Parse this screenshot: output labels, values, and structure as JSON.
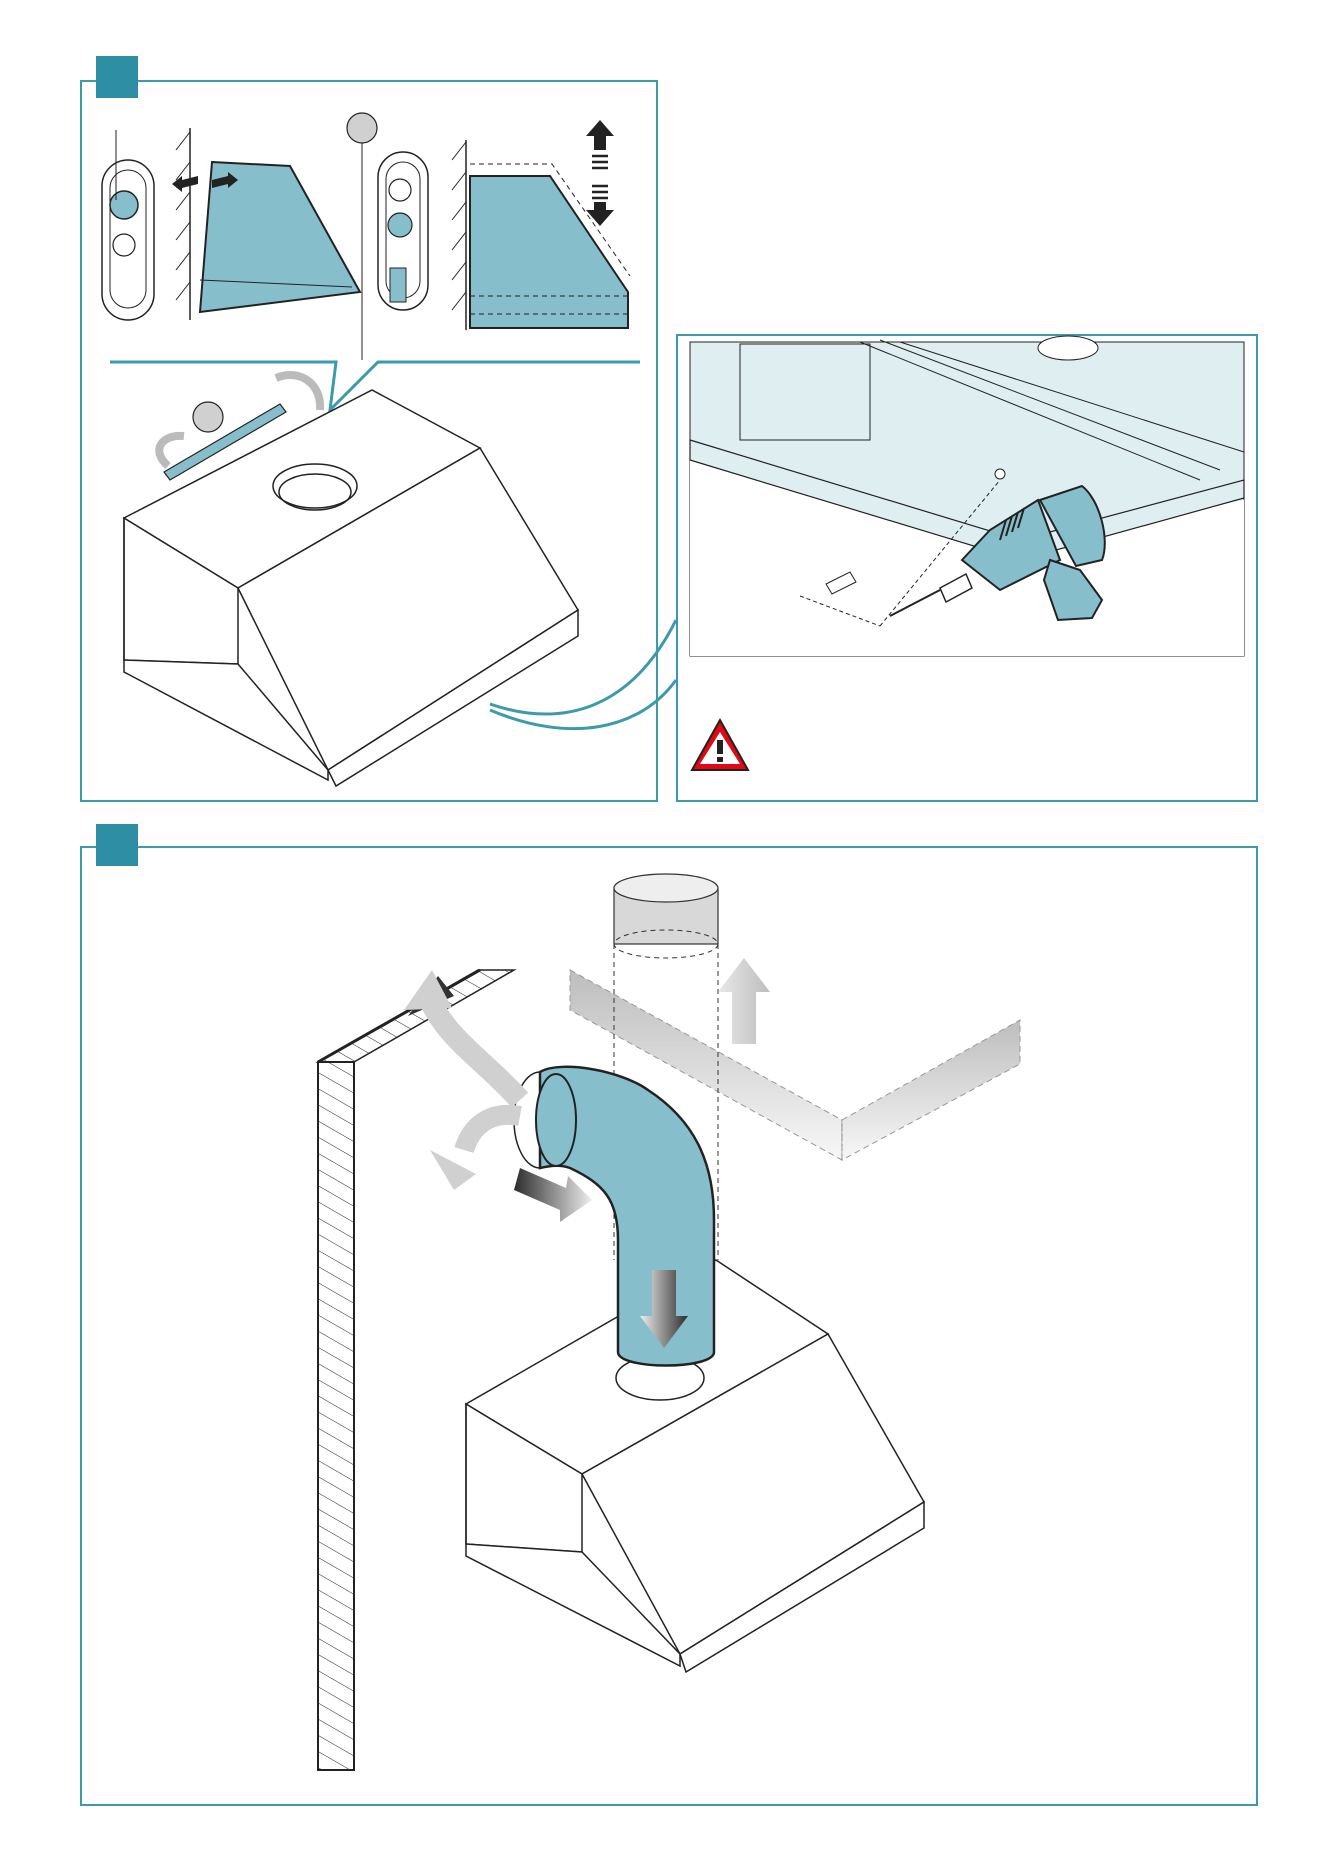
{
  "colors": {
    "frame": "#3b9aab",
    "badge": "#2e8ea3",
    "part_fill": "#86bfcb",
    "part_fill_light": "#dfeef1",
    "grey_arrow": "#c8c8c8",
    "dark_arrow": "#3a3a3a",
    "warning_red": "#e30613"
  },
  "panels": [
    {
      "id": "hook-adjust",
      "badge": "step-badge-square"
    },
    {
      "id": "drill-wall",
      "icon": "warning-triangle-icon"
    },
    {
      "id": "duct-connect",
      "badge": "step-badge-square"
    }
  ]
}
